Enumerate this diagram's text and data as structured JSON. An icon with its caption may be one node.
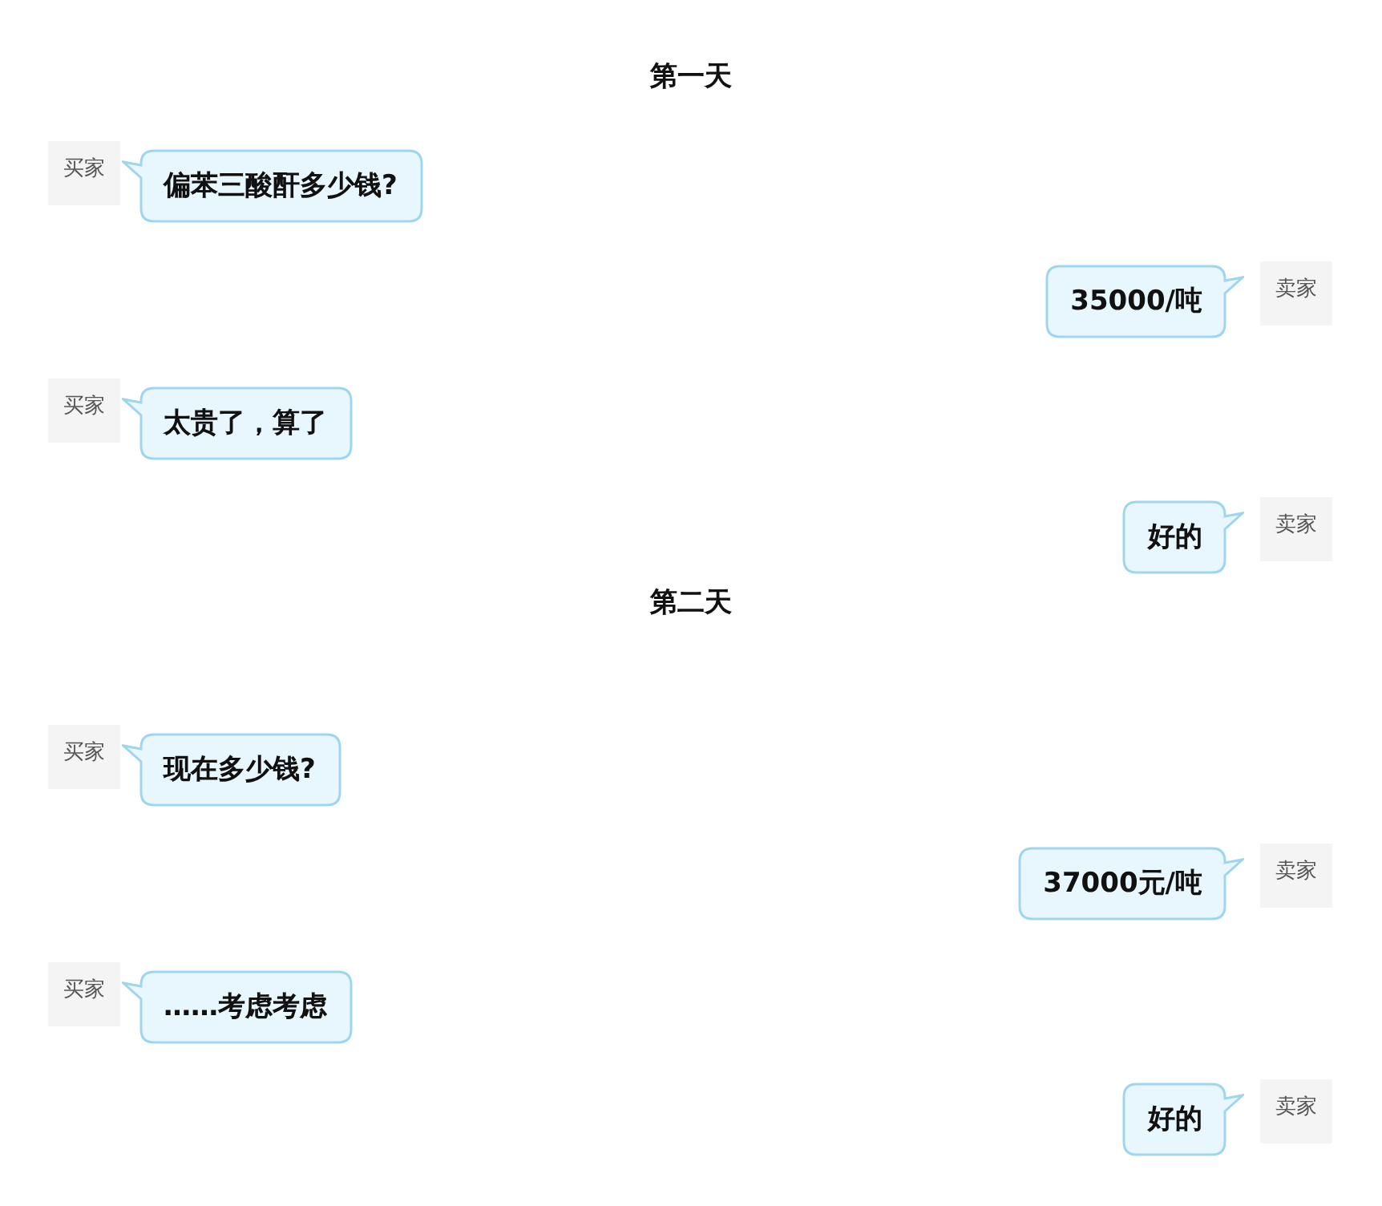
{
  "diagram": {
    "nodes": [
      {
        "text": [
          "买家"
        ]
      },
      {
        "text": [
          "偏苯三酸酐多少钱?"
        ]
      },
      {
        "text": [
          "35000/吨"
        ]
      },
      {
        "text": [
          "卖家"
        ]
      },
      {
        "text": [
          "买家"
        ]
      },
      {
        "text": [
          "太贵了，算了"
        ]
      },
      {
        "text": [
          "好的"
        ]
      },
      {
        "text": [
          "卖家"
        ]
      },
      {
        "text": [
          "买家"
        ]
      },
      {
        "text": [
          "现在多少钱?"
        ]
      },
      {
        "text": [
          "37000元/吨"
        ]
      },
      {
        "text": [
          "卖家"
        ]
      },
      {
        "text": [
          "买家"
        ]
      },
      {
        "text": [
          "……考虑考虑"
        ]
      },
      {
        "text": [
          "好的"
        ]
      },
      {
        "text": [
          "卖家"
        ]
      }
    ],
    "labels": [
      "第一天",
      "第二天"
    ]
  }
}
